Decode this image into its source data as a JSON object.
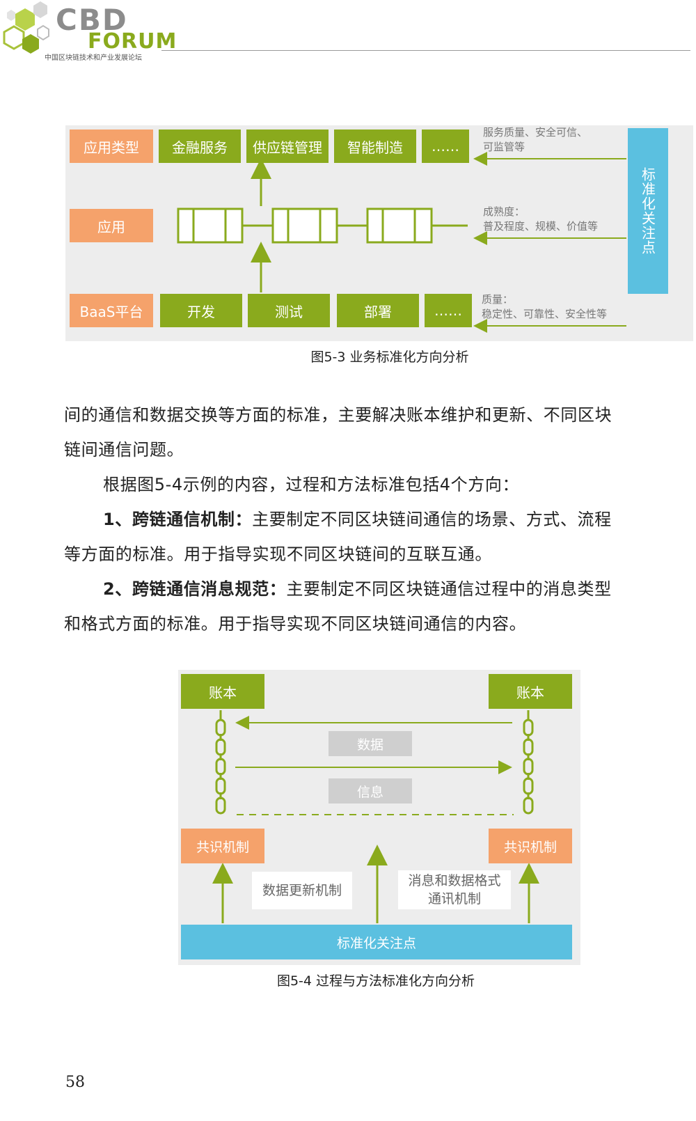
{
  "header": {
    "logo_main": "CBD",
    "logo_forum": "FORUM",
    "logo_sub": "中国区块链技术和产业发展论坛"
  },
  "figure1": {
    "rows": {
      "app_type": "应用类型",
      "app": "应用",
      "baas": "BaaS平台"
    },
    "top_items": [
      "金融服务",
      "供应链管理",
      "智能制造",
      "……"
    ],
    "bottom_items": [
      "开发",
      "测试",
      "部署",
      "……"
    ],
    "notes": {
      "top": [
        "服务质量、安全可信、",
        "可监管等"
      ],
      "mid": [
        "成熟度：",
        "普及程度、规模、价值等"
      ],
      "bottom": [
        "质量：",
        "稳定性、可靠性、安全性等"
      ]
    },
    "side_label": "标准化关注点",
    "caption": "图5-3 业务标准化方向分析"
  },
  "body": {
    "line1": "间的通信和数据交换等方面的标准，主要解决账本维护和更新、不同区块",
    "line2": "链间通信问题。",
    "line3": "根据图5-4示例的内容，过程和方法标准包括4个方向：",
    "item1_bold": "1、跨链通信机制：",
    "item1_text": "主要制定不同区块链间通信的场景、方式、流程",
    "item1_cont": "等方面的标准。用于指导实现不同区块链间的互联互通。",
    "item2_bold": "2、跨链通信消息规范：",
    "item2_text": "主要制定不同区块链通信过程中的消息类型",
    "item2_cont": "和格式方面的标准。用于指导实现不同区块链间通信的内容。"
  },
  "figure2": {
    "ledger_left": "账本",
    "ledger_right": "账本",
    "data_label": "数据",
    "info_label": "信息",
    "consensus_left": "共识机制",
    "consensus_right": "共识机制",
    "update_mech": "数据更新机制",
    "format_mech_1": "消息和数据格式",
    "format_mech_2": "通讯机制",
    "focus": "标准化关注点",
    "caption": "图5-4 过程与方法标准化方向分析"
  },
  "page_number": "58",
  "colors": {
    "orange": "#f5a26b",
    "green": "#8aaa1d",
    "blue": "#5bc0e0",
    "panel": "#ededed"
  }
}
